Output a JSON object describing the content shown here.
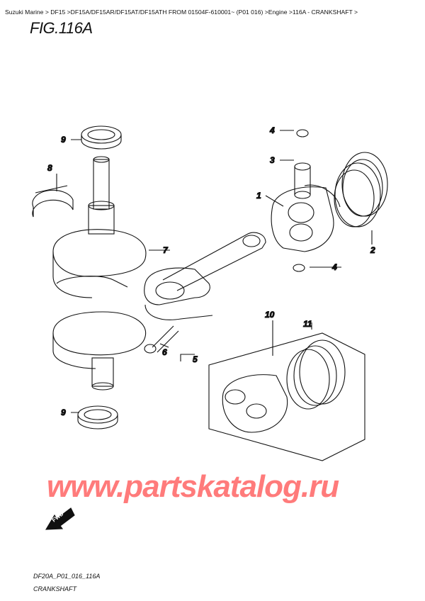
{
  "breadcrumb": "Suzuki Marine > DF15 >DF15A/DF15AR/DF15AT/DF15ATH FROM 01504F-610001~ (P01 016) >Engine >116A - CRANKSHAFT >",
  "figure_title": "FIG.116A",
  "callouts": [
    "9",
    "8",
    "7",
    "4",
    "3",
    "1",
    "2",
    "4",
    "10",
    "11",
    "6",
    "5",
    "9"
  ],
  "fwd_label": "FWD",
  "watermark": "www.partskatalog.ru",
  "drawing_code": "DF20A_P01_016_116A",
  "caption": "CRANKSHAFT",
  "colors": {
    "watermark": "#ff7b7b",
    "line": "#111111"
  }
}
